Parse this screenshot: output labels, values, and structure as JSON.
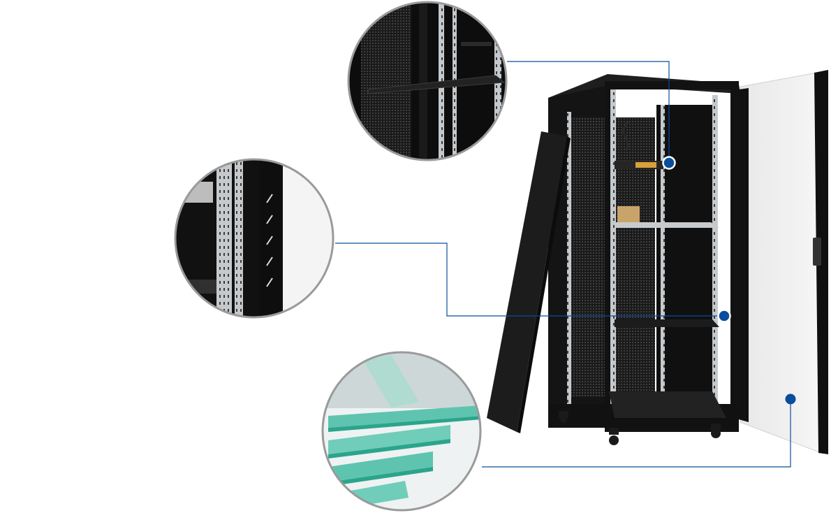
{
  "scene": "server-rack-feature-callouts",
  "cabinet": {
    "top_text": "",
    "door_text": "",
    "color": "#151515",
    "rail_color": "#b8bcc0",
    "mesh_color": "#2a2a2a"
  },
  "callouts": [
    {
      "name": "mounting-shelf-detail",
      "marker_color": "#0a4d9c"
    },
    {
      "name": "vertical-rail-detail",
      "marker_color": "#0a4d9c"
    },
    {
      "name": "tempered-glass-detail",
      "marker_color": "#0a4d9c"
    }
  ],
  "colors": {
    "line": "#0a4d9c",
    "glass": "#5ec4b0",
    "glass_edge": "#2aa58c",
    "circle_border": "#9a9a9a"
  }
}
